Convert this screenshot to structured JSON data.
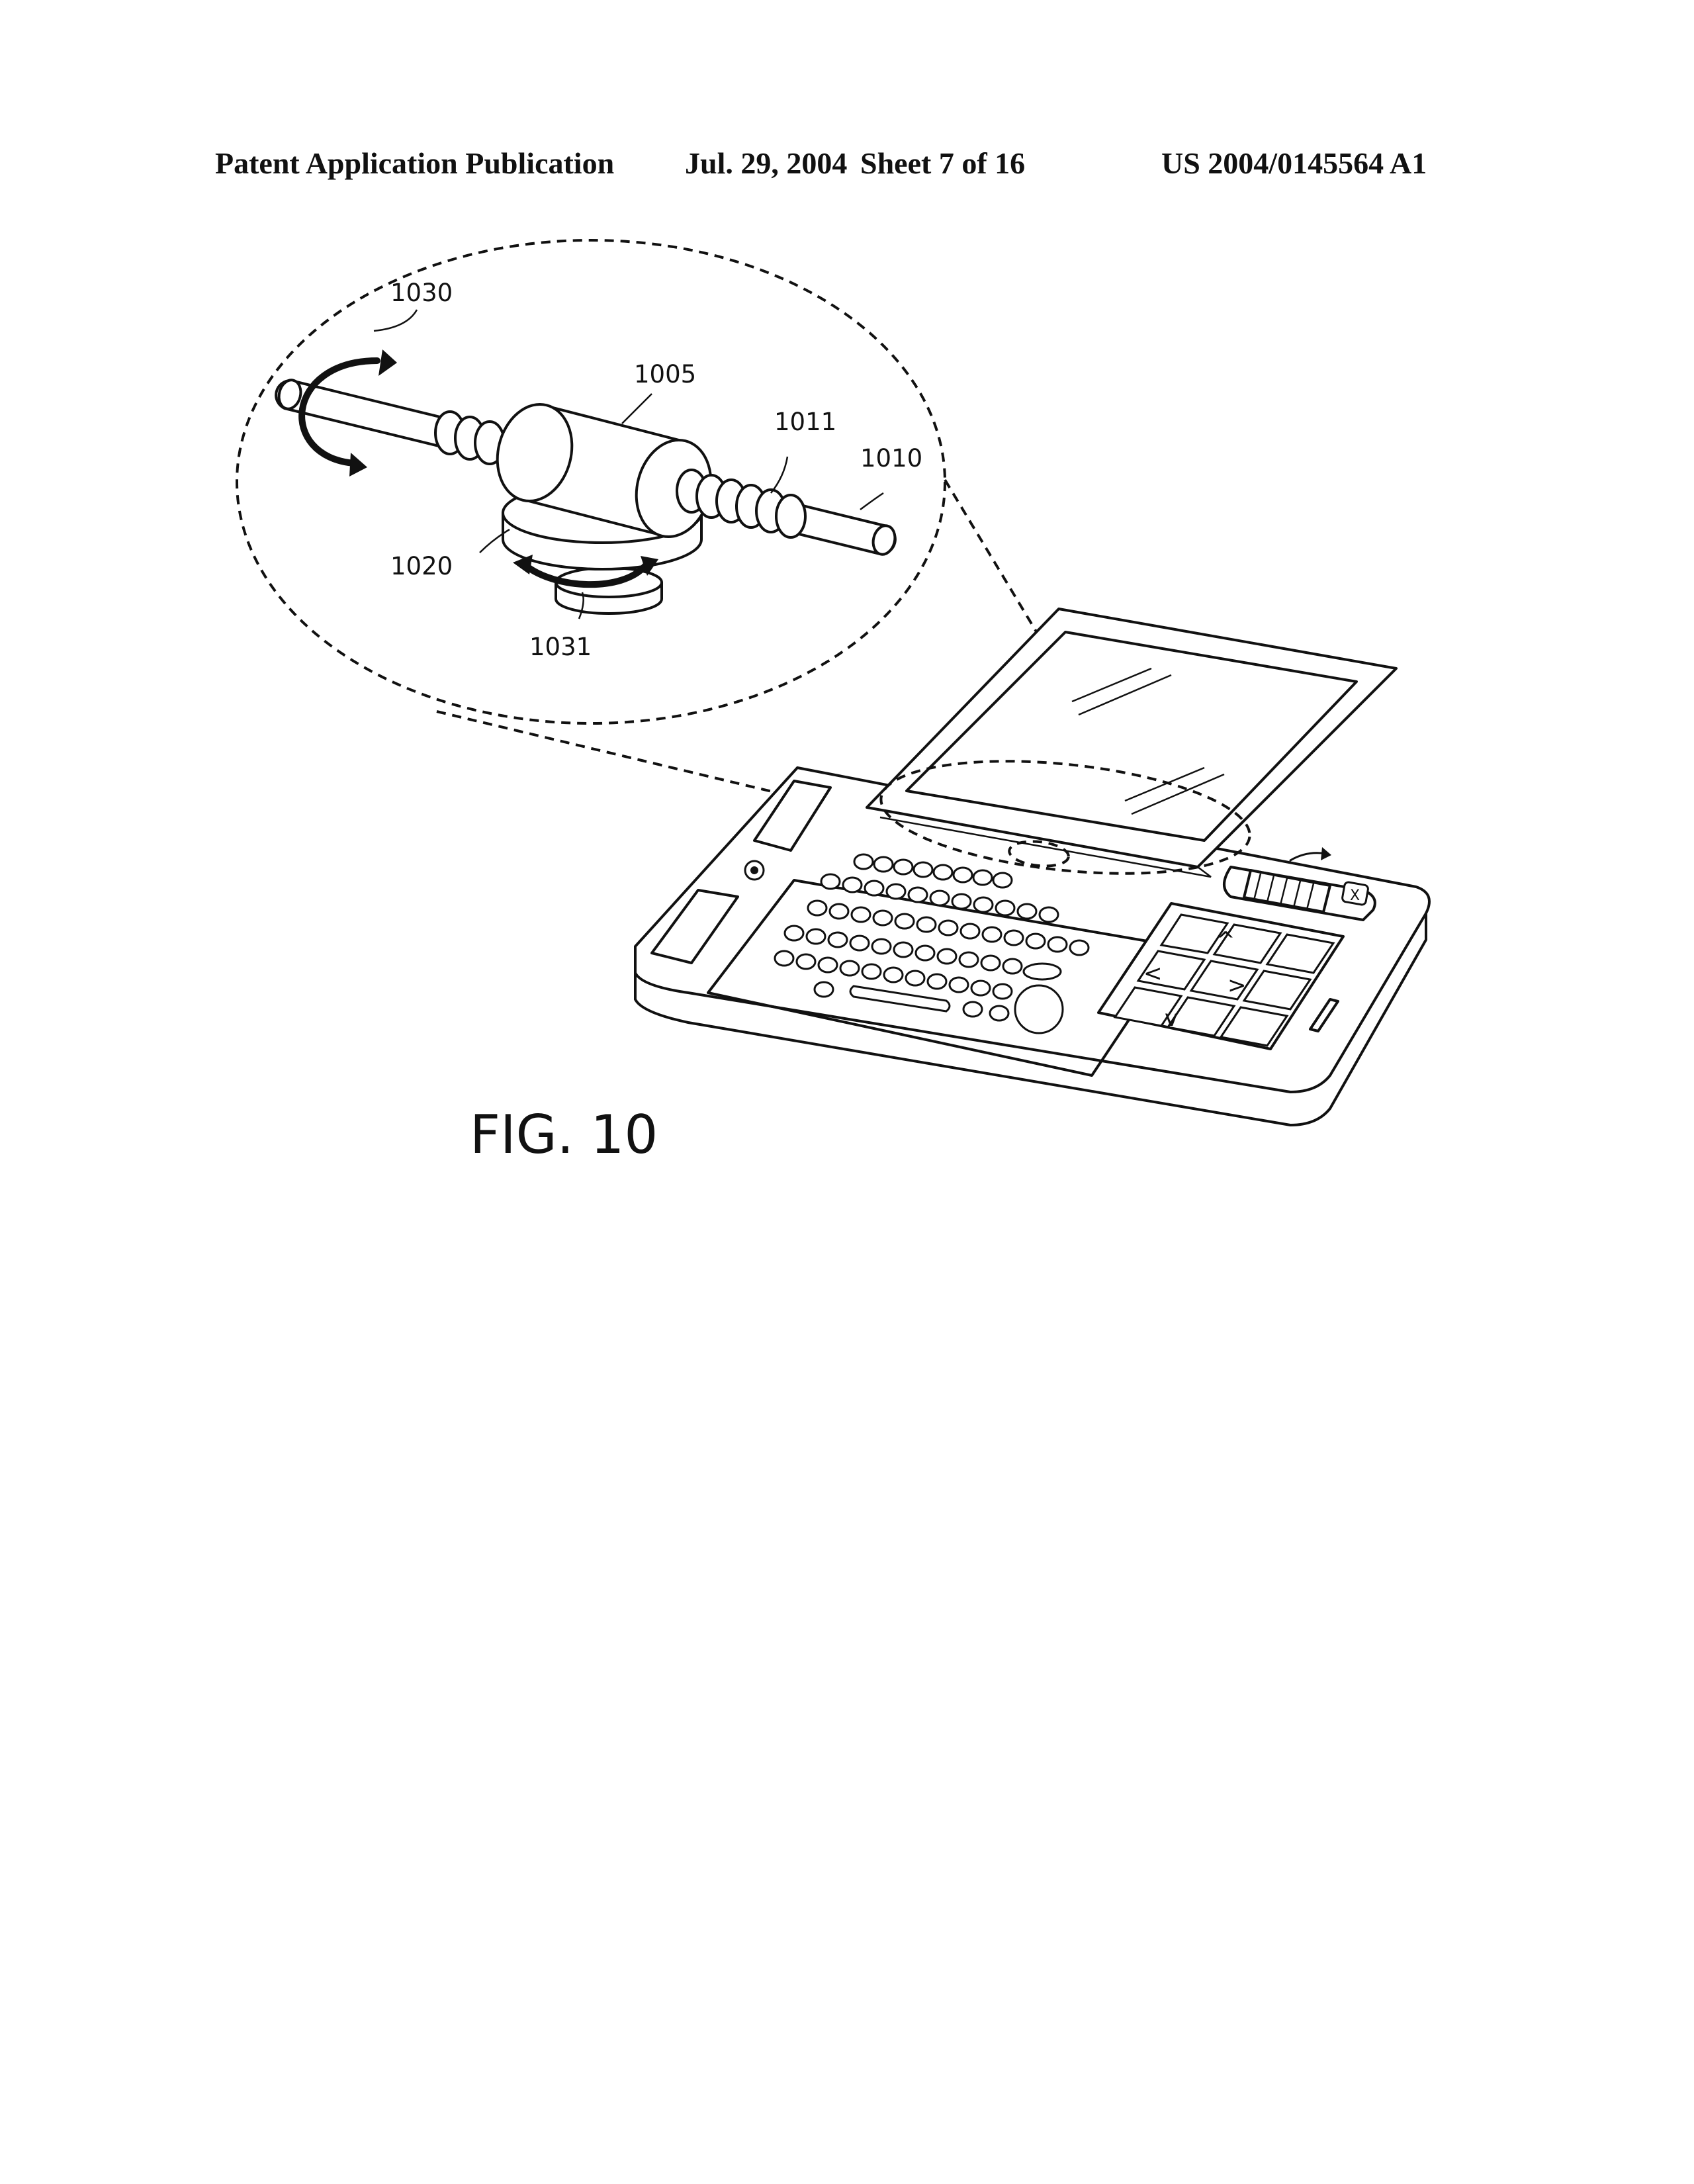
{
  "header": {
    "publication": "Patent Application Publication",
    "date": "Jul. 29, 2004",
    "sheet": "Sheet 7 of 16",
    "number": "US 2004/0145564 A1"
  },
  "figure": {
    "label": "FIG. 10",
    "refs": {
      "r1030": "1030",
      "r1005": "1005",
      "r1011": "1011",
      "r1010": "1010",
      "r1020": "1020",
      "r1031": "1031"
    },
    "nav_glyphs": {
      "up": "^",
      "left": "<",
      "right": ">",
      "down": "v",
      "close": "X"
    }
  }
}
